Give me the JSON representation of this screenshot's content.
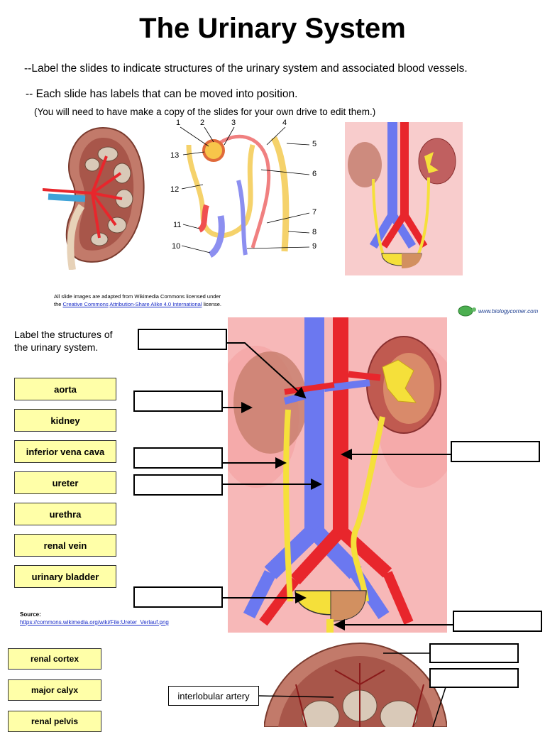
{
  "title": "The Urinary System",
  "instructions": {
    "line1": "--Label the slides to indicate structures of the urinary system and associated blood vessels.",
    "line2": "-- Each slide has labels that can be moved into position.",
    "line3": "(You will need to have make a copy of the slides for your own drive to edit them.)"
  },
  "nephron_numbers": [
    "1",
    "2",
    "3",
    "4",
    "5",
    "6",
    "7",
    "8",
    "9",
    "10",
    "11",
    "12",
    "13"
  ],
  "credit": {
    "line1": "All slide images are adapted from Wikimedia Commons  licensed under",
    "the": "the",
    "link1": "Creative Commons",
    "link2": "Attribution-Share Alike 4.0 International",
    "license": "license."
  },
  "logo_text": "www.biologycorner.com",
  "prompt": "Label the structures of the urinary system.",
  "labels": [
    "aorta",
    "kidney",
    "inferior vena cava",
    "ureter",
    "urethra",
    "renal vein",
    "urinary bladder"
  ],
  "source": {
    "label": "Source:",
    "url": "https://commons.wikimedia.org/wiki/File:Ureter_Verlauf.png"
  },
  "kidney_labels": [
    "renal cortex",
    "major calyx",
    "renal pelvis"
  ],
  "placed_label": "interlobular artery",
  "colors": {
    "label_fill": "#ffffa8",
    "link": "#1a2dc8",
    "artery": "#e8262c",
    "vein": "#6b78f0",
    "ureter": "#f5e03a",
    "kidney": "#c27a6a"
  }
}
